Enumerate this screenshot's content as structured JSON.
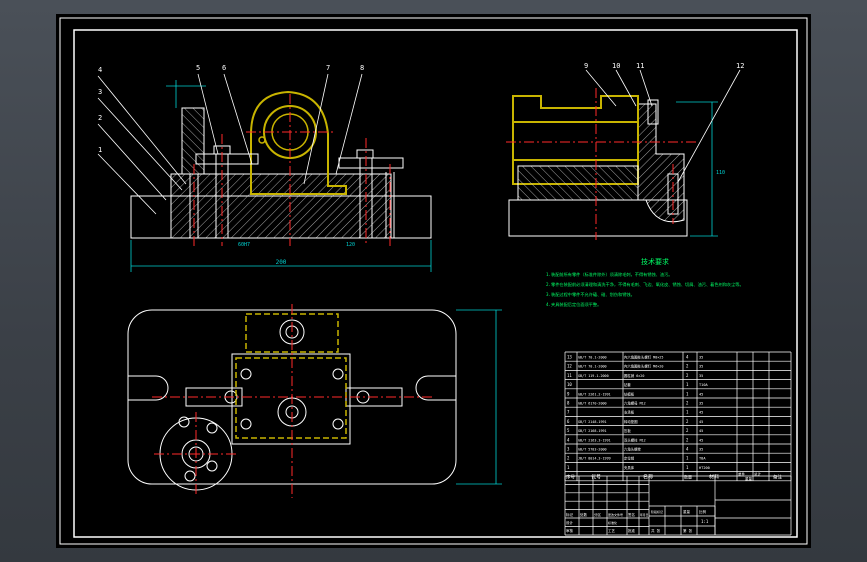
{
  "app": {
    "canvas_background": "#000000",
    "viewport_background": "#3c4148"
  },
  "colors": {
    "outline": "#ffffff",
    "hatch": "#ffffff",
    "centerline": "#ff2a2a",
    "section_fill": "#c8b400",
    "dimension": "#00d2d2",
    "annotation_text": "#00ff66",
    "title_table": "#ffffff",
    "leader": "#ffffff"
  },
  "front_view": {
    "balloons": [
      "4",
      "3",
      "2",
      "1",
      "5",
      "6",
      "7",
      "8"
    ],
    "dims": [
      "200",
      "60H7",
      "120"
    ]
  },
  "side_view": {
    "balloons": [
      "9",
      "10",
      "11",
      "12"
    ],
    "dims": [
      "110"
    ]
  },
  "technical_requirements": {
    "title": "技术要求",
    "lines": [
      "1.装配前所有零件（标准件除外）须清除毛刺，不得有锈蚀、油污。",
      "2.零件在装配前必须清理和清洗干净，不得有毛刺、飞边、氧化皮、锈蚀、切屑、油污、着色剂和灰尘等。",
      "3.装配过程中零件不允许磕、碰、划伤和锈蚀。",
      "4.夹具装配后定位面须平整。"
    ]
  },
  "parts_table": {
    "rows": [
      {
        "no": "13",
        "code": "GB/T 70.1-2000",
        "name": "内六角圆柱头螺钉 M8×25",
        "qty": "4",
        "material": "35"
      },
      {
        "no": "12",
        "code": "GB/T 70.1-2000",
        "name": "内六角圆柱头螺钉 M6×20",
        "qty": "2",
        "material": "35"
      },
      {
        "no": "11",
        "code": "GB/T 119.1-2000",
        "name": "圆柱销 6×20",
        "qty": "2",
        "material": "35"
      },
      {
        "no": "10",
        "code": "",
        "name": "钻套",
        "qty": "1",
        "material": "T10A"
      },
      {
        "no": "9",
        "code": "GB/T 2261.2-1991",
        "name": "钻模板",
        "qty": "1",
        "material": "45"
      },
      {
        "no": "8",
        "code": "GB/T 6170-2000",
        "name": "六角螺母 M12",
        "qty": "2",
        "material": "35"
      },
      {
        "no": "7",
        "code": "",
        "name": "支承板",
        "qty": "1",
        "material": "45"
      },
      {
        "no": "6",
        "code": "GB/T 2148-1991",
        "name": "转动垫圈",
        "qty": "2",
        "material": "45"
      },
      {
        "no": "5",
        "code": "GB/T 2168-1991",
        "name": "压板",
        "qty": "2",
        "material": "45"
      },
      {
        "no": "4",
        "code": "GB/T 2163.3-1991",
        "name": "双头螺柱 M12",
        "qty": "2",
        "material": "45"
      },
      {
        "no": "3",
        "code": "GB/T 5783-2000",
        "name": "六角头螺栓",
        "qty": "4",
        "material": "35"
      },
      {
        "no": "2",
        "code": "JB/T 8014.3-1999",
        "name": "定位销",
        "qty": "1",
        "material": "T8A"
      },
      {
        "no": "1",
        "code": "",
        "name": "夹具体",
        "qty": "1",
        "material": "HT200"
      }
    ],
    "header": {
      "no": "序号",
      "code": "代号",
      "name": "名称",
      "qty": "数量",
      "material": "材料",
      "unit": "单件",
      "total": "总计",
      "weight": "重量",
      "remark": "备注"
    }
  },
  "title_block": {
    "labels": [
      "标记",
      "处数",
      "分区",
      "更改文件号",
      "签名",
      "年月日",
      "设计",
      "标准化",
      "阶段标记",
      "重量",
      "比例",
      "审核",
      "工艺",
      "批准",
      "共 张",
      "第 张"
    ],
    "scale": "1:1"
  }
}
